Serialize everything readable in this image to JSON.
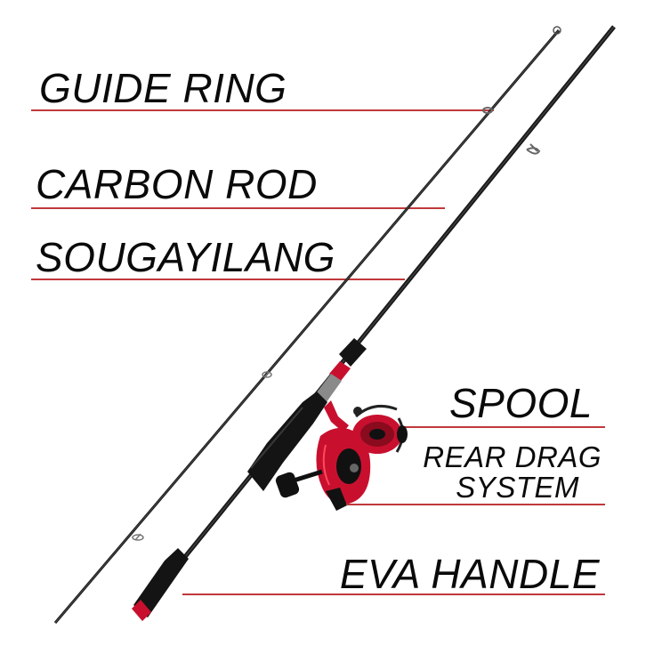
{
  "labels": {
    "guide_ring": "GUIDE RING",
    "carbon_rod": "CARBON ROD",
    "brand": "SOUGAYILANG",
    "spool": "SPOOL",
    "rear_drag_line1": "REAR DRAG",
    "rear_drag_line2": "SYSTEM",
    "eva_handle": "EVA HANDLE"
  },
  "colors": {
    "background": "#ffffff",
    "text": "#0a0a0a",
    "leader_line": "#c0393b",
    "rod_blank": "#1a1a1a",
    "reel_red": "#c8102e",
    "eva_foam": "#141414"
  }
}
